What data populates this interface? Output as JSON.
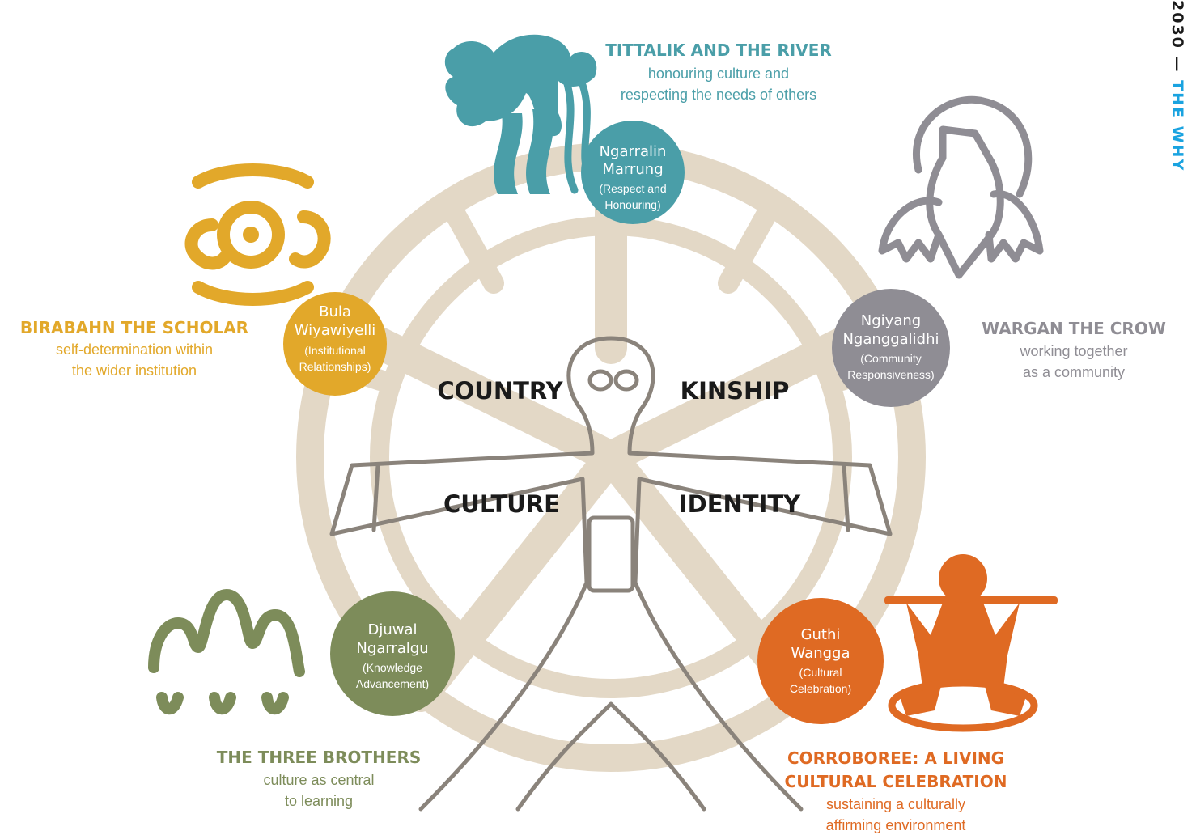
{
  "side_label": {
    "prefix": "2030 —",
    "suffix": "THE WHY"
  },
  "center_words": {
    "country": "COUNTRY",
    "kinship": "KINSHIP",
    "culture": "CULTURE",
    "identity": "IDENTITY"
  },
  "circles": {
    "top": {
      "l1": "Ngarralin",
      "l2": "Marrung",
      "s1": "(Respect and",
      "s2": "Honouring)",
      "color": "#4a9ea8"
    },
    "left": {
      "l1": "Bula",
      "l2": "Wiyawiyelli",
      "s1": "(Institutional",
      "s2": "Relationships)",
      "color": "#e2a82a"
    },
    "right": {
      "l1": "Ngiyang",
      "l2": "Nganggalidhi",
      "s1": "(Community",
      "s2": "Responsiveness)",
      "color": "#8f8d94"
    },
    "bottom_left": {
      "l1": "Djuwal",
      "l2": "Ngarralgu",
      "s1": "(Knowledge",
      "s2": "Advancement)",
      "color": "#7d8c5a"
    },
    "bottom_right": {
      "l1": "Guthi",
      "l2": "Wangga",
      "s1": "(Cultural",
      "s2": "Celebration)",
      "color": "#df6a23"
    }
  },
  "sections": {
    "tittalik": {
      "title": "TITTALIK AND THE RIVER",
      "d1": "honouring culture and",
      "d2": "respecting the needs of others",
      "color": "#4a9ea8",
      "icon": "platypus-river-icon"
    },
    "birabahn": {
      "title": "BIRABAHN THE SCHOLAR",
      "d1": "self-determination within",
      "d2": "the wider institution",
      "color": "#e2a82a",
      "icon": "eye-symbol-icon"
    },
    "wargan": {
      "title": "WARGAN THE CROW",
      "d1": "working together",
      "d2": "as a community",
      "color": "#8f8d94",
      "icon": "crow-icon"
    },
    "brothers": {
      "title": "THE THREE BROTHERS",
      "d1": "culture as central",
      "d2": "to learning",
      "color": "#7d8c5a",
      "icon": "three-brothers-icon"
    },
    "corroboree": {
      "title1": "CORROBOREE: A LIVING",
      "title2": "CULTURAL CELEBRATION",
      "d1": "sustaining a culturally",
      "d2": "affirming environment",
      "color": "#df6a23",
      "icon": "dancer-icon"
    }
  },
  "colors": {
    "beige": "#e3d8c6",
    "figure_outline": "#8a837b",
    "heading_text": "#1a1a1a",
    "side_blue": "#1aa3e0"
  }
}
